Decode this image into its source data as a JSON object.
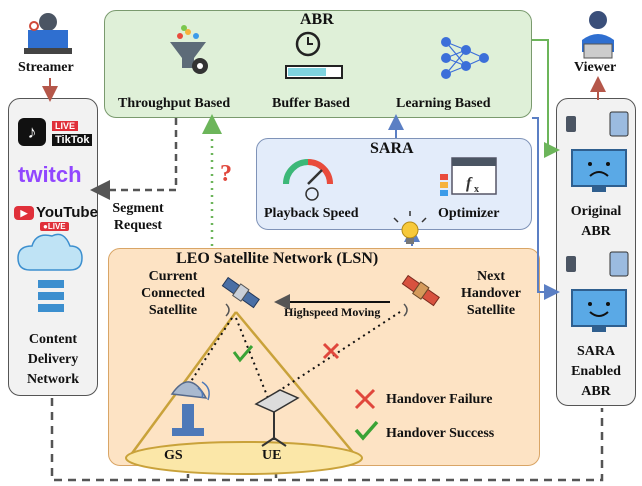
{
  "abr": {
    "title": "ABR",
    "throughput": "Throughput Based",
    "buffer": "Buffer Based",
    "learning": "Learning Based"
  },
  "sara": {
    "title": "SARA",
    "playback": "Playback Speed",
    "optimizer": "Optimizer"
  },
  "leo": {
    "title": "LEO Satellite Network (LSN)",
    "current_sat": [
      "Current",
      "Connected",
      "Satellite"
    ],
    "next_sat": [
      "Next",
      "Handover",
      "Satellite"
    ],
    "moving": "Highspeed Moving",
    "gs": "GS",
    "ue": "UE",
    "fail": "Handover Failure",
    "success": "Handover Success"
  },
  "streamer": {
    "label": "Streamer"
  },
  "viewer": {
    "label": "Viewer"
  },
  "cdn": {
    "label": [
      "Content",
      "Delivery",
      "Network"
    ],
    "tiktok_live": "LIVE",
    "tiktok": "TikTok",
    "twitch": "twitch",
    "youtube": "YouTube",
    "youtube_live": "●LIVE"
  },
  "segment": [
    "Segment",
    "Request"
  ],
  "question": "?",
  "viewers": {
    "original": [
      "Original",
      "ABR"
    ],
    "sara": [
      "SARA",
      "Enabled",
      "ABR"
    ]
  },
  "colors": {
    "green_arrow": "#6cb55a",
    "blue_arrow": "#5b7fc4",
    "red_arrow": "#b5574a",
    "dashed": "#555555",
    "check": "#3aa335",
    "cross": "#e0473c"
  }
}
